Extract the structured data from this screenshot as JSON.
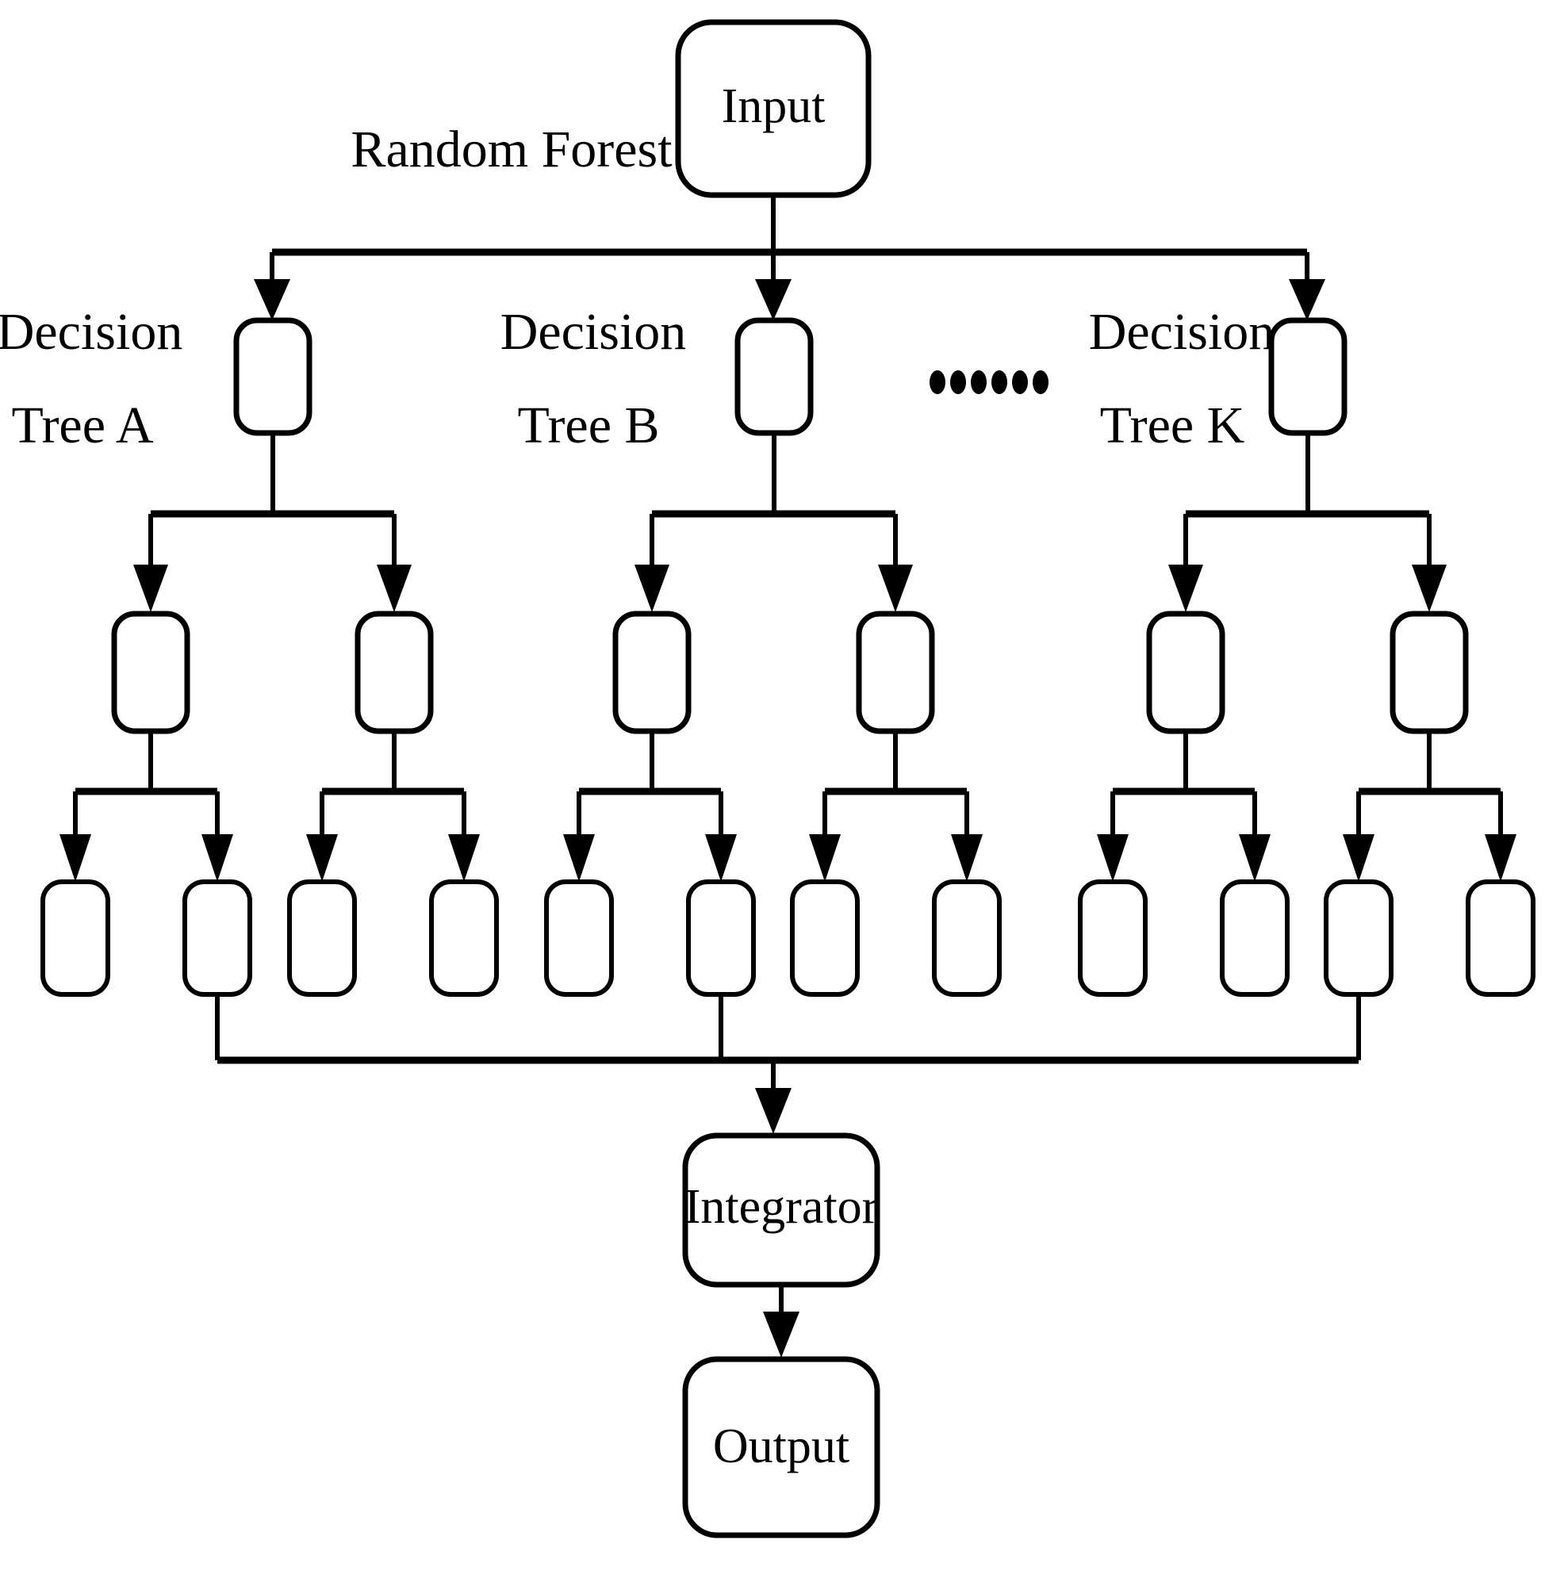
{
  "diagram": {
    "title_label": "Random Forest",
    "nodes": {
      "input": "Input",
      "integrator": "Integrator",
      "output": "Output"
    },
    "tree_labels": [
      {
        "line1": "Decision",
        "line2": "Tree A"
      },
      {
        "line1": "Decision",
        "line2": "Tree B"
      },
      {
        "line1": "Decision",
        "line2": "Tree K"
      }
    ],
    "ellipsis": {
      "name": "ellipsis-dots",
      "dot_count": 6,
      "glyph": "•"
    },
    "colors": {
      "stroke": "#000000",
      "fill": "#ffffff",
      "background": "#ffffff"
    },
    "structure": {
      "trees": 3,
      "levels": 4,
      "root_nodes_per_tree": 1,
      "level2_nodes_per_tree": 2,
      "leaf_nodes_per_tree": 4,
      "total_leaf_nodes": 12
    }
  },
  "chart_data": {
    "type": "diagram",
    "title": "Random Forest",
    "nodes": [
      {
        "id": "input",
        "label": "Input",
        "level": 0
      },
      {
        "id": "treeA-root",
        "label": "",
        "level": 1,
        "tree": "Decision Tree A"
      },
      {
        "id": "treeB-root",
        "label": "",
        "level": 1,
        "tree": "Decision Tree B"
      },
      {
        "id": "treeK-root",
        "label": "",
        "level": 1,
        "tree": "Decision Tree K"
      },
      {
        "id": "treeA-l2-0",
        "label": "",
        "level": 2,
        "tree": "Decision Tree A"
      },
      {
        "id": "treeA-l2-1",
        "label": "",
        "level": 2,
        "tree": "Decision Tree A"
      },
      {
        "id": "treeB-l2-0",
        "label": "",
        "level": 2,
        "tree": "Decision Tree B"
      },
      {
        "id": "treeB-l2-1",
        "label": "",
        "level": 2,
        "tree": "Decision Tree B"
      },
      {
        "id": "treeK-l2-0",
        "label": "",
        "level": 2,
        "tree": "Decision Tree K"
      },
      {
        "id": "treeK-l2-1",
        "label": "",
        "level": 2,
        "tree": "Decision Tree K"
      },
      {
        "id": "leaf-0",
        "label": "",
        "level": 3,
        "tree": "Decision Tree A"
      },
      {
        "id": "leaf-1",
        "label": "",
        "level": 3,
        "tree": "Decision Tree A"
      },
      {
        "id": "leaf-2",
        "label": "",
        "level": 3,
        "tree": "Decision Tree A"
      },
      {
        "id": "leaf-3",
        "label": "",
        "level": 3,
        "tree": "Decision Tree A"
      },
      {
        "id": "leaf-4",
        "label": "",
        "level": 3,
        "tree": "Decision Tree B"
      },
      {
        "id": "leaf-5",
        "label": "",
        "level": 3,
        "tree": "Decision Tree B"
      },
      {
        "id": "leaf-6",
        "label": "",
        "level": 3,
        "tree": "Decision Tree B"
      },
      {
        "id": "leaf-7",
        "label": "",
        "level": 3,
        "tree": "Decision Tree B"
      },
      {
        "id": "leaf-8",
        "label": "",
        "level": 3,
        "tree": "Decision Tree K"
      },
      {
        "id": "leaf-9",
        "label": "",
        "level": 3,
        "tree": "Decision Tree K"
      },
      {
        "id": "leaf-10",
        "label": "",
        "level": 3,
        "tree": "Decision Tree K"
      },
      {
        "id": "leaf-11",
        "label": "",
        "level": 3,
        "tree": "Decision Tree K"
      },
      {
        "id": "integrator",
        "label": "Integrator",
        "level": 4
      },
      {
        "id": "output",
        "label": "Output",
        "level": 5
      }
    ],
    "edges": [
      {
        "from": "input",
        "to": "treeA-root"
      },
      {
        "from": "input",
        "to": "treeB-root"
      },
      {
        "from": "input",
        "to": "treeK-root"
      },
      {
        "from": "treeA-root",
        "to": "treeA-l2-0"
      },
      {
        "from": "treeA-root",
        "to": "treeA-l2-1"
      },
      {
        "from": "treeB-root",
        "to": "treeB-l2-0"
      },
      {
        "from": "treeB-root",
        "to": "treeB-l2-1"
      },
      {
        "from": "treeK-root",
        "to": "treeK-l2-0"
      },
      {
        "from": "treeK-root",
        "to": "treeK-l2-1"
      },
      {
        "from": "treeA-l2-0",
        "to": "leaf-0"
      },
      {
        "from": "treeA-l2-0",
        "to": "leaf-1"
      },
      {
        "from": "treeA-l2-1",
        "to": "leaf-2"
      },
      {
        "from": "treeA-l2-1",
        "to": "leaf-3"
      },
      {
        "from": "treeB-l2-0",
        "to": "leaf-4"
      },
      {
        "from": "treeB-l2-0",
        "to": "leaf-5"
      },
      {
        "from": "treeB-l2-1",
        "to": "leaf-6"
      },
      {
        "from": "treeB-l2-1",
        "to": "leaf-7"
      },
      {
        "from": "treeK-l2-0",
        "to": "leaf-8"
      },
      {
        "from": "treeK-l2-0",
        "to": "leaf-9"
      },
      {
        "from": "treeK-l2-1",
        "to": "leaf-10"
      },
      {
        "from": "treeK-l2-1",
        "to": "leaf-11"
      },
      {
        "from": "leaves",
        "to": "integrator"
      },
      {
        "from": "integrator",
        "to": "output"
      }
    ]
  }
}
